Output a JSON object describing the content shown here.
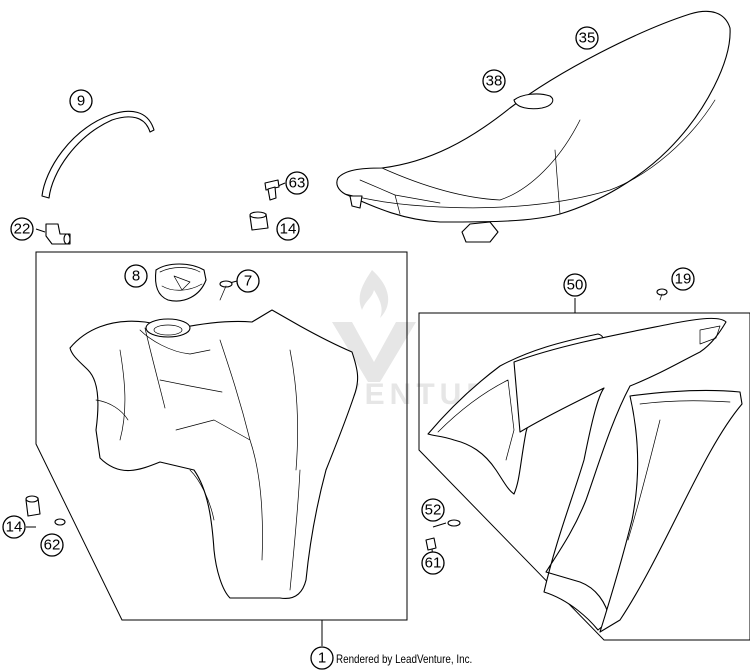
{
  "diagram": {
    "watermark": "LEADVENTURE",
    "credit": "Rendered by LeadVenture, Inc.",
    "callouts": [
      {
        "id": "seat",
        "label": "35"
      },
      {
        "id": "seat-patch",
        "label": "38"
      },
      {
        "id": "vent-hose",
        "label": "9"
      },
      {
        "id": "hose-elbow",
        "label": "22"
      },
      {
        "id": "seat-bolt",
        "label": "63"
      },
      {
        "id": "seat-bushing",
        "label": "14"
      },
      {
        "id": "fuel-cap",
        "label": "8"
      },
      {
        "id": "cap-screw",
        "label": "7"
      },
      {
        "id": "shroud-kit",
        "label": "50"
      },
      {
        "id": "shroud-screw",
        "label": "19"
      },
      {
        "id": "tank-bushing",
        "label": "14"
      },
      {
        "id": "tank-bolt",
        "label": "62"
      },
      {
        "id": "shroud-washer",
        "label": "52"
      },
      {
        "id": "shroud-bolt",
        "label": "61"
      },
      {
        "id": "fuel-tank-assembly",
        "label": "1"
      }
    ]
  }
}
